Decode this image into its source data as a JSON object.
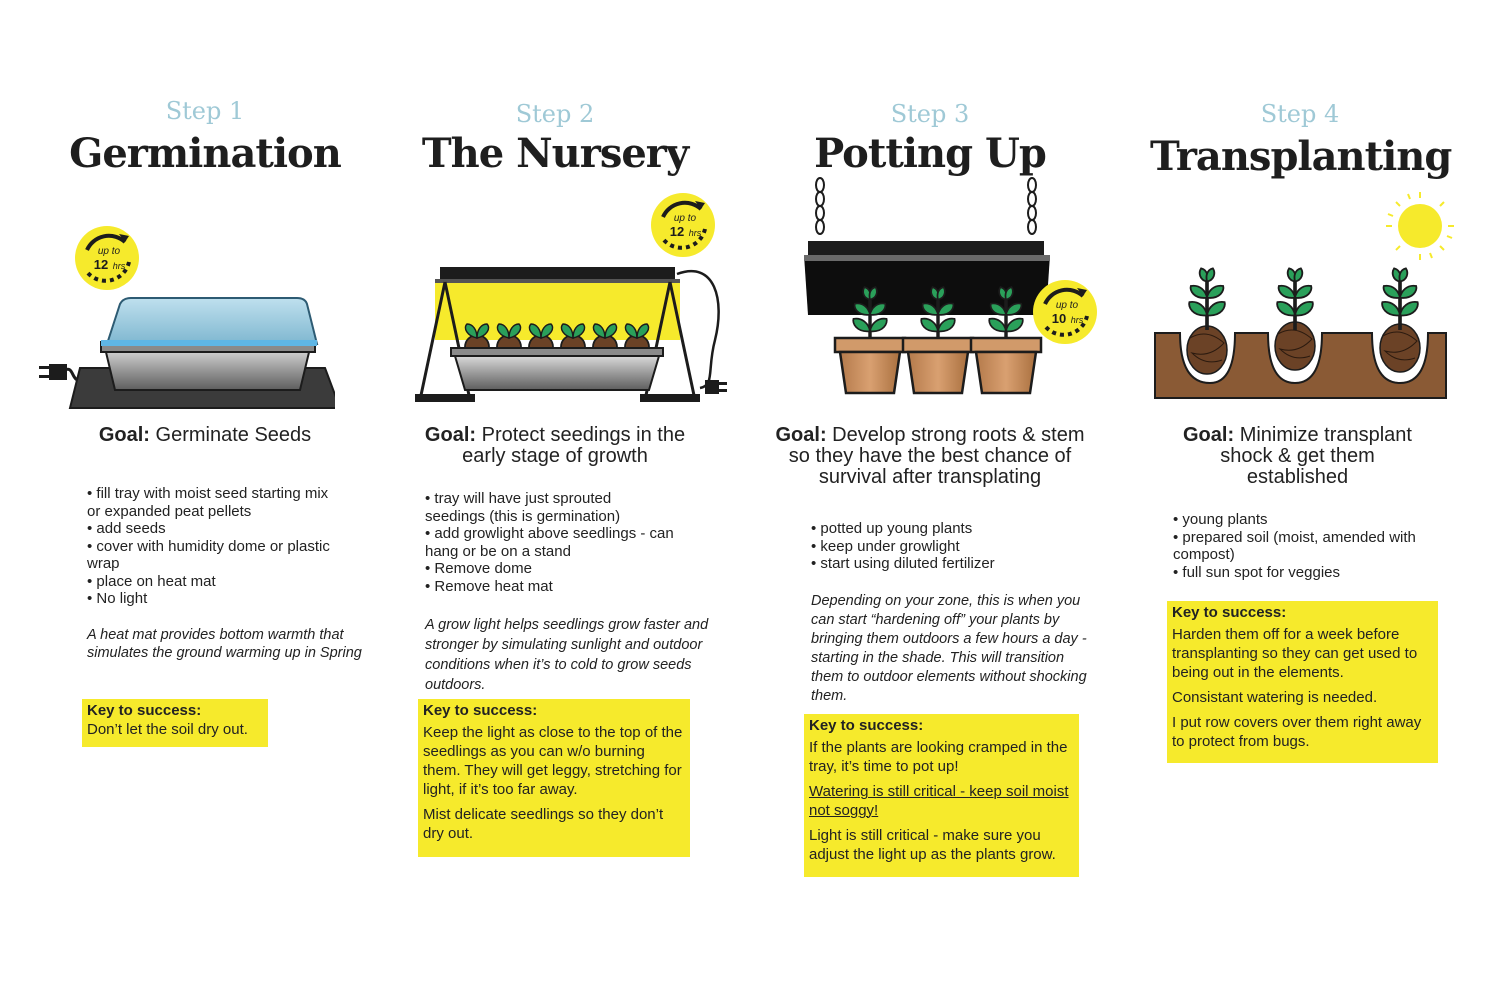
{
  "steps": [
    {
      "step": "Step 1",
      "title": "Germination",
      "timer": {
        "top": "up to",
        "num": "12",
        "unit": "hrs"
      },
      "goal_label": "Goal:",
      "goal_text": "Germinate Seeds",
      "bullets": [
        "fill tray with moist seed starting mix or expanded peat pellets",
        "add seeds",
        "cover with humidity dome or plastic wrap",
        "place on heat mat",
        "No light"
      ],
      "note": "A heat mat provides bottom warmth that simulates the ground warming up in Spring",
      "key_title": "Key to success:",
      "key_items": [
        "Don’t let the soil dry out."
      ]
    },
    {
      "step": "Step 2",
      "title": "The Nursery",
      "timer": {
        "top": "up to",
        "num": "12",
        "unit": "hrs"
      },
      "goal_label": "Goal:",
      "goal_text": "Protect seedings in the early stage of growth",
      "bullets": [
        "tray will have just sprouted seedings (this is germination)",
        "add growlight above seedlings - can hang or be on a stand",
        "Remove dome",
        "Remove heat mat"
      ],
      "note": "A grow light helps seedlings grow faster and stronger by simulating sunlight and outdoor conditions when it’s to cold to grow seeds outdoors.",
      "key_title": "Key to success:",
      "key_items": [
        "Keep the light as close to the top of the seedlings as you can w/o burning them. They will get leggy, stretching for light, if it’s too far away.",
        "Mist delicate seedlings so they don’t dry out."
      ]
    },
    {
      "step": "Step 3",
      "title": "Potting Up",
      "timer": {
        "top": "up to",
        "num": "10",
        "unit": "hrs"
      },
      "goal_label": "Goal:",
      "goal_text": "Develop strong roots & stem so they have the best chance of survival after transplating",
      "bullets": [
        "potted up young plants",
        "keep under growlight",
        "start using diluted fertilizer"
      ],
      "note": "Depending on your zone, this is when you can start “hardening off” your plants by bringing them outdoors a few hours a day - starting in the shade. This will transition them to outdoor elements without shocking them.",
      "key_title": "Key to success:",
      "key_items": [
        "If the plants are looking cramped in the tray, it’s time to pot up!",
        "Watering is still critical - keep soil moist not soggy!",
        "Light is still critical - make sure you adjust the light up as the plants grow."
      ]
    },
    {
      "step": "Step 4",
      "title": "Transplanting",
      "goal_label": "Goal:",
      "goal_text": "Minimize transplant shock & get them established",
      "bullets": [
        "young plants",
        "prepared soil (moist, amended with compost)",
        "full sun spot for veggies"
      ],
      "key_title": "Key to success:",
      "key_items": [
        "Harden them off for a week before transplanting so they can get used to being out in the elements.",
        "Consistant watering is needed.",
        "I put row covers over them right away to protect from bugs."
      ]
    }
  ],
  "colors": {
    "accent_yellow": "#f6ea2c",
    "step_blue": "#9fc9d6",
    "leaf_green": "#2aa05a",
    "soil_brown": "#8a5a35",
    "pot_tan": "#c98d5c"
  }
}
